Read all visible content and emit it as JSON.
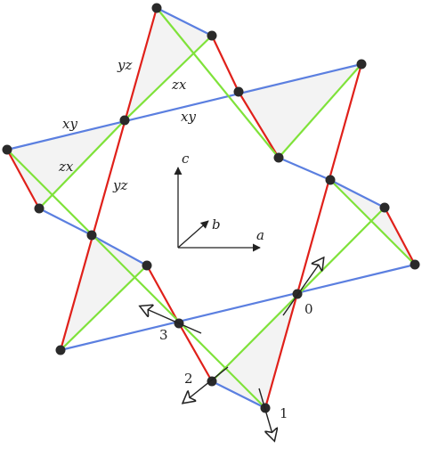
{
  "colors": {
    "xy_bond": "#5b7fe0",
    "yz_bond": "#e0201a",
    "zx_bond": "#7fe23a",
    "triangle_fill": "#f3f3f3",
    "atom": "#2a2a2a",
    "axis": "#222222",
    "spin_arrow": "#222222"
  },
  "bond_labels": {
    "yz_top": "yz",
    "zx_top": "zx",
    "xy_top_right": "xy",
    "xy_left": "xy",
    "zx_left": "zx",
    "yz_left": "yz"
  },
  "axes": {
    "a": "a",
    "b": "b",
    "c": "c"
  },
  "site_labels": {
    "s0": "0",
    "s1": "1",
    "s2": "2",
    "s3": "3"
  }
}
